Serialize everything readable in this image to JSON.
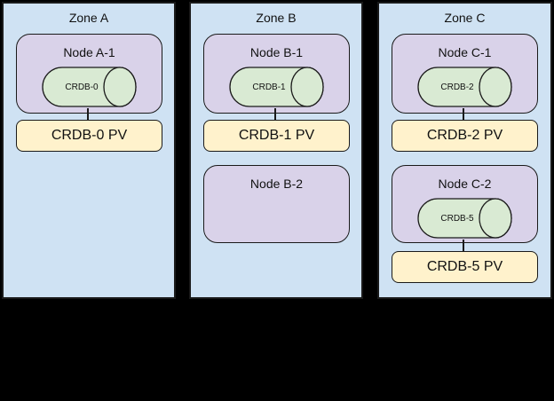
{
  "colors": {
    "background": "#000000",
    "zone_fill": "#cfe2f3",
    "node_fill": "#d9d2e9",
    "pod_fill": "#d9ead3",
    "pv_fill": "#fff2cc",
    "stroke": "#1a1a1a"
  },
  "zones": [
    {
      "title": "Zone A",
      "nodes": [
        {
          "title": "Node A-1",
          "pod": "CRDB-0",
          "pv": "CRDB-0 PV"
        }
      ]
    },
    {
      "title": "Zone B",
      "nodes": [
        {
          "title": "Node B-1",
          "pod": "CRDB-1",
          "pv": "CRDB-1 PV"
        },
        {
          "title": "Node B-2"
        }
      ]
    },
    {
      "title": "Zone C",
      "nodes": [
        {
          "title": "Node C-1",
          "pod": "CRDB-2",
          "pv": "CRDB-2 PV"
        },
        {
          "title": "Node C-2",
          "pod": "CRDB-5",
          "pv": "CRDB-5 PV"
        }
      ]
    }
  ]
}
